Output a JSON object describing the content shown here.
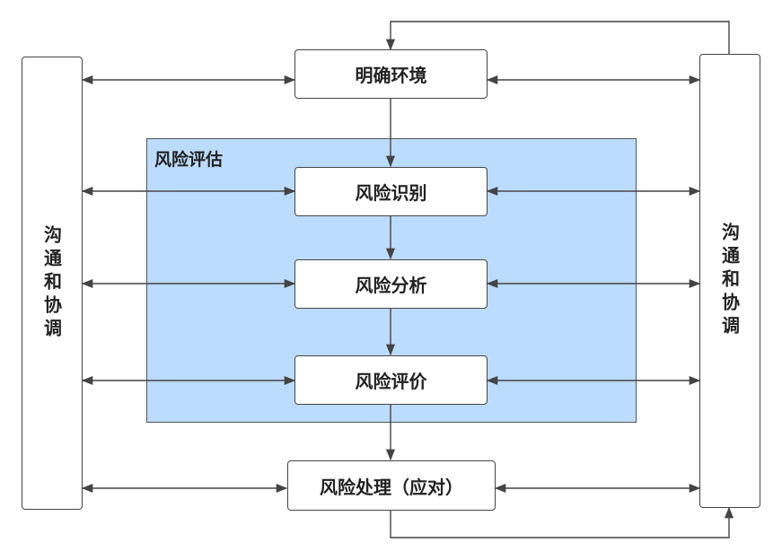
{
  "diagram": {
    "region": {
      "label": "风险评估"
    },
    "left_panel": {
      "label": "沟通和协调"
    },
    "right_panel": {
      "label": "沟通和协调"
    },
    "steps": [
      {
        "label": "明确环境"
      },
      {
        "label": "风险识别"
      },
      {
        "label": "风险分析"
      },
      {
        "label": "风险评价"
      },
      {
        "label": "风险处理（应对）"
      }
    ]
  }
}
